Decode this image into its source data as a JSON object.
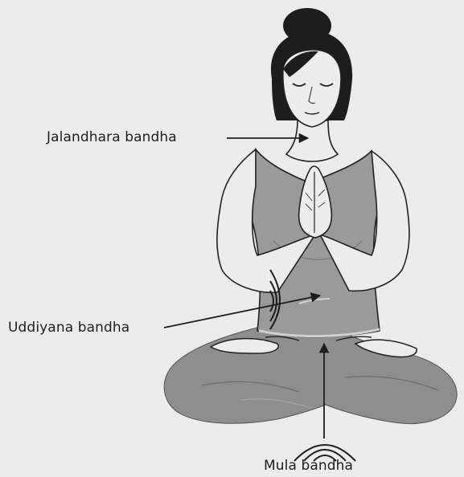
{
  "labels": {
    "jalandhara": "Jalandhara bandha",
    "uddiyana": "Uddiyana bandha",
    "mula": "Mula bandha"
  },
  "colors": {
    "background": "#ebebeb",
    "legs": "#8e8e8e",
    "top": "#9a9a9a",
    "skin": "#ececec",
    "hair": "#1d1d1d",
    "ink": "#1e1e1e"
  },
  "icons": {
    "uddiyana_marker": "concentric-arcs-icon",
    "mula_marker": "concentric-arcs-icon"
  }
}
